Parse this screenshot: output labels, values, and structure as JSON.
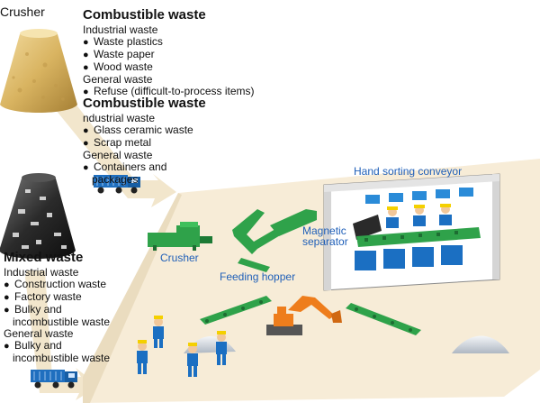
{
  "crusher_heading": "Crusher",
  "block1": {
    "title": "Combustible waste",
    "groups": [
      {
        "category": "Industrial waste",
        "items": [
          "Waste plastics",
          "Waste paper",
          "Wood waste"
        ]
      },
      {
        "category": "General waste",
        "items": [
          "Refuse (difficult-to-process items)"
        ]
      }
    ]
  },
  "block2": {
    "title": "Combustible waste",
    "groups": [
      {
        "category": "ndustrial waste",
        "items": [
          "Glass ceramic waste",
          "Scrap metal"
        ]
      },
      {
        "category": "General waste",
        "items": [
          "Containers and packages"
        ]
      }
    ]
  },
  "block3": {
    "title": "Mixed waste",
    "groups": [
      {
        "category": "Industrial waste",
        "items": [
          "Construction waste",
          "Factory waste",
          "Bulky and incombustible waste"
        ]
      },
      {
        "category": "General waste",
        "items": [
          "Bulky and incombustible waste"
        ]
      }
    ]
  },
  "labels": {
    "hand_sorting": "Hand sorting conveyor",
    "magnetic_1": "Magnetic",
    "magnetic_2": "separator",
    "crusher": "Crusher",
    "feeding_hopper": "Feeding hopper"
  },
  "colors": {
    "floor": "#f7ecd7",
    "flow_arrow": "#f2e6cc",
    "machine_green": "#2fa24a",
    "worker_blue": "#1b6fc2",
    "truck_blue": "#1f6fbf",
    "excavator_orange": "#ee7d1c"
  }
}
